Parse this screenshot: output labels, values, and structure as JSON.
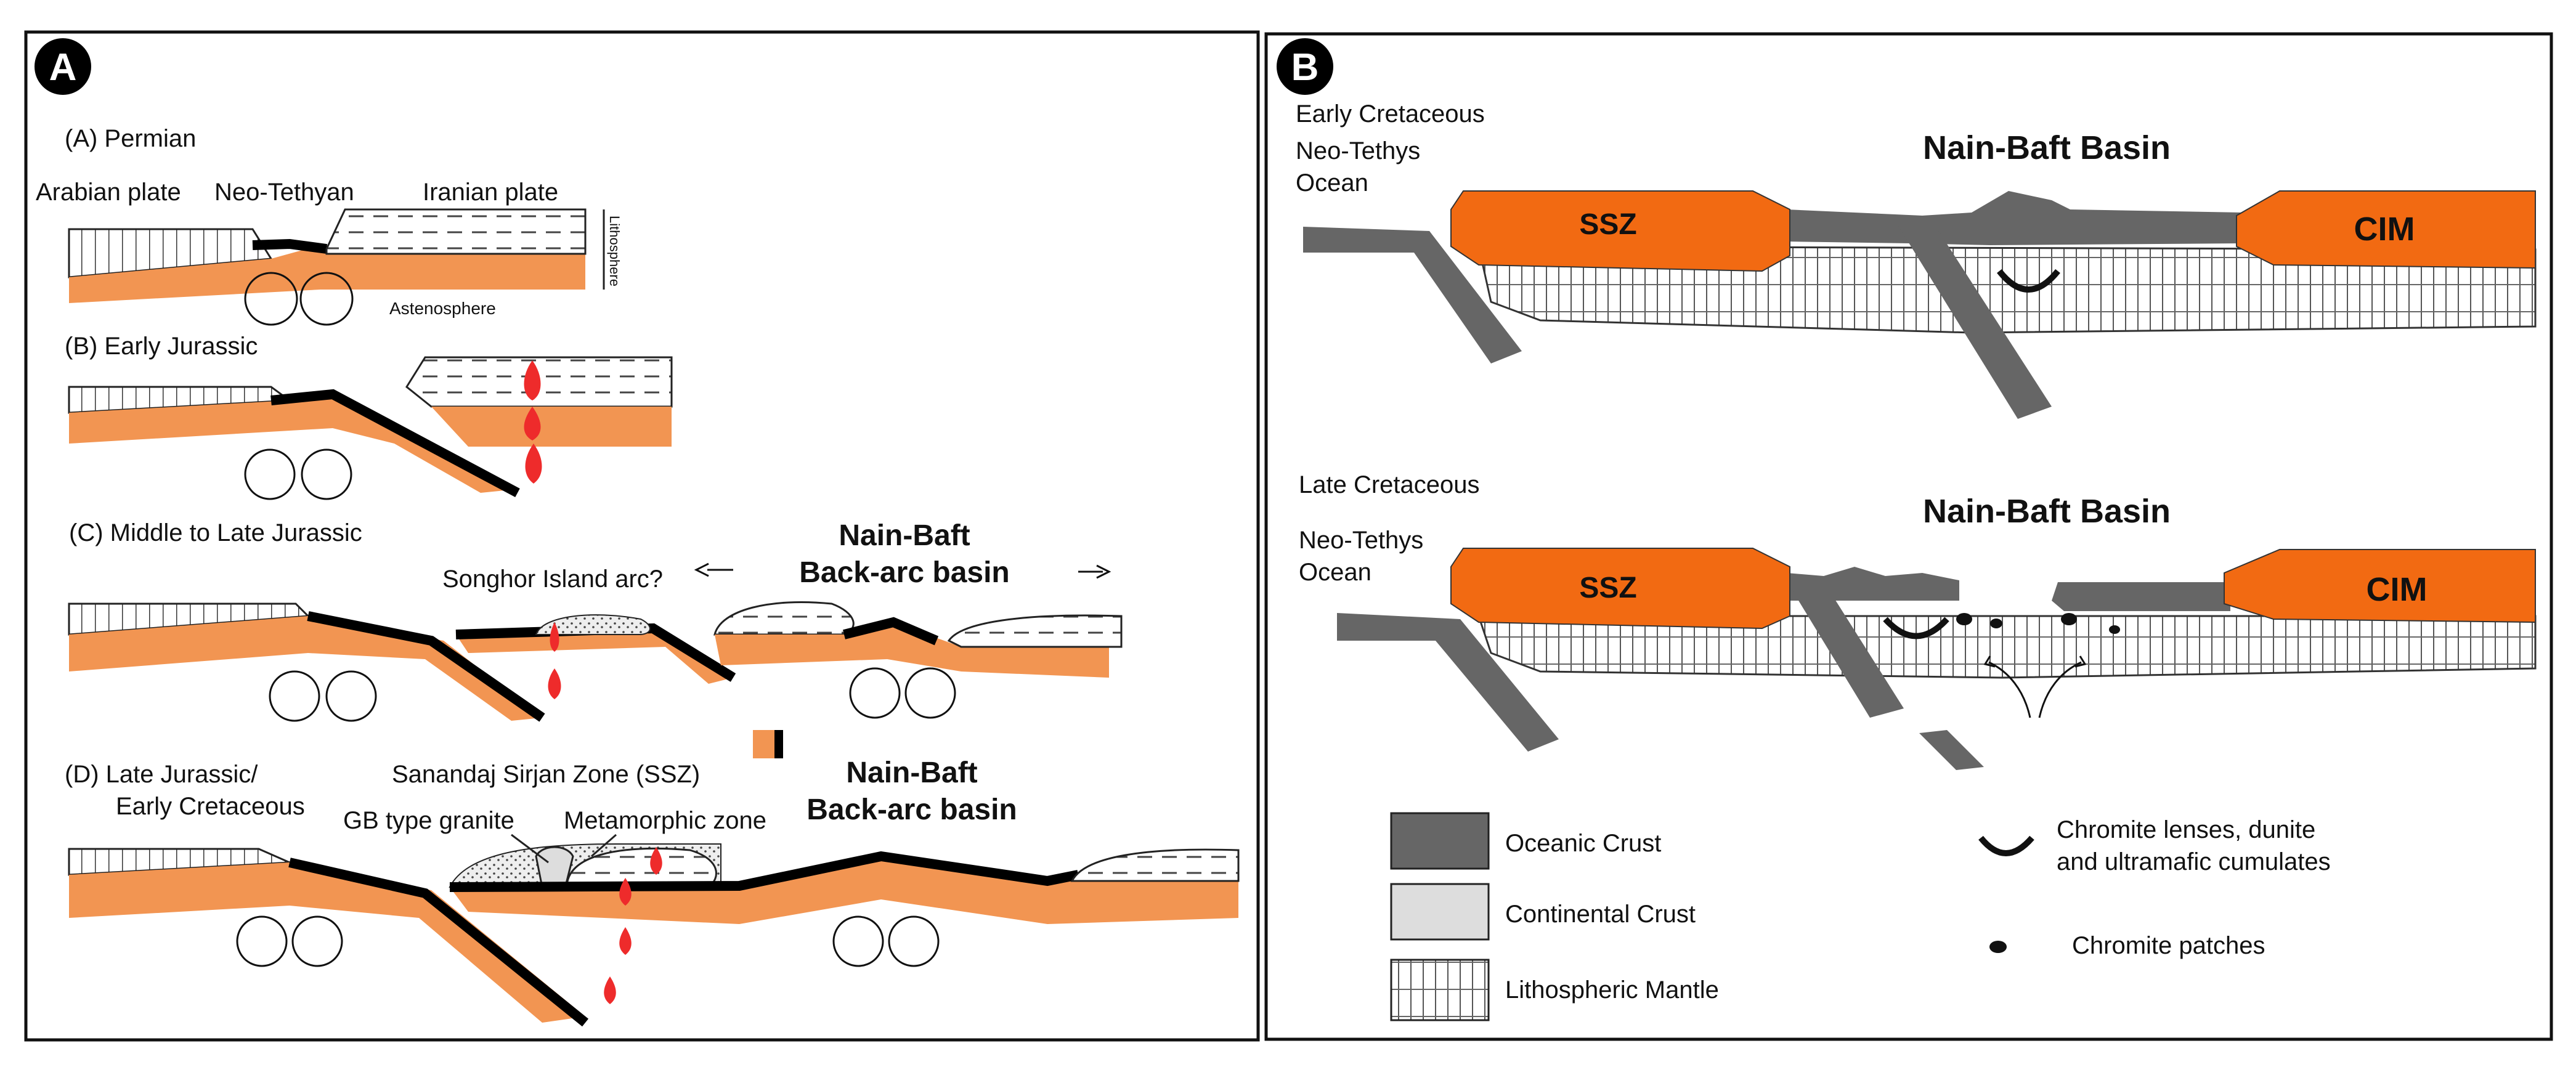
{
  "panel_a": {
    "letter": "A",
    "stage_a": {
      "title": "(A) Permian",
      "arabian": "Arabian plate",
      "neo_tethyan": "Neo-Tethyan",
      "iranian": "Iranian plate",
      "lithosphere": "Lithosphere",
      "astenosphere": "Astenosphere"
    },
    "stage_b": {
      "title": "(B) Early Jurassic"
    },
    "stage_c": {
      "title": "(C) Middle to Late Jurassic",
      "songhor": "Songhor Island arc?",
      "basin_line1": "Nain-Baft",
      "basin_line2": "Back-arc basin"
    },
    "stage_d": {
      "title_line1": "(D) Late Jurassic/",
      "title_line2": "Early Cretaceous",
      "ssz": "Sanandaj Sirjan Zone (SSZ)",
      "gb": "GB type granite",
      "meta": "Metamorphic zone",
      "basin_line1": "Nain-Baft",
      "basin_line2": "Back-arc basin"
    }
  },
  "panel_b": {
    "letter": "B",
    "top": {
      "age": "Early Cretaceous",
      "ocean_line1": "Neo-Tethys",
      "ocean_line2": "Ocean",
      "title": "Nain-Baft Basin",
      "ssz": "SSZ",
      "cim": "CIM"
    },
    "bottom": {
      "age": "Late Cretaceous",
      "ocean_line1": "Neo-Tethys",
      "ocean_line2": "Ocean",
      "title": "Nain-Baft Basin",
      "ssz": "SSZ",
      "cim": "CIM"
    },
    "legend": {
      "oceanic": "Oceanic Crust",
      "continental": "Continental Crust",
      "mantle": "Lithospheric Mantle",
      "chromite_lenses_line1": "Chromite lenses, dunite",
      "chromite_lenses_line2": "and ultramafic cumulates",
      "chromite_patches": "Chromite patches"
    }
  },
  "colors": {
    "orange": "#f29552",
    "orange_bright": "#f26a12",
    "oceanic": "#666666",
    "continental": "#dddddd",
    "red_magma": "#ee2b2b"
  }
}
